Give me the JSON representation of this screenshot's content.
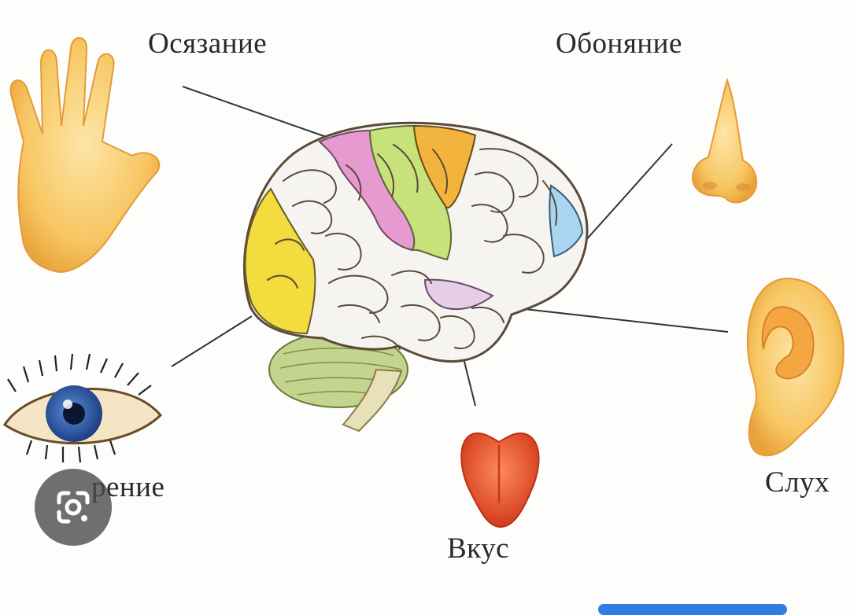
{
  "labels": {
    "touch": "Осязание",
    "smell": "Обоняние",
    "vision": "рение",
    "hearing": "Слух",
    "taste": "Вкус"
  },
  "icons": {
    "lens": "google-lens-icon",
    "hand": "hand-icon",
    "nose": "nose-icon",
    "eye": "eye-icon",
    "ear": "ear-icon",
    "tongue": "tongue-icon",
    "brain": "brain-icon"
  },
  "colors": {
    "touch_area": "#e79ad0",
    "motor_area": "#c7e27a",
    "frontal_area": "#f2b43c",
    "smell_area": "#a9d6ee",
    "vision_area": "#f2dc3e",
    "cerebellum": "#c3d48e",
    "hearing_area": "#e6cfe6",
    "brain_base": "#f6f4f1",
    "skin": "#f6c25c",
    "iris": "#2d5ca8",
    "tongue": "#ef5d2f",
    "bottom_bar": "#2f7de1"
  }
}
